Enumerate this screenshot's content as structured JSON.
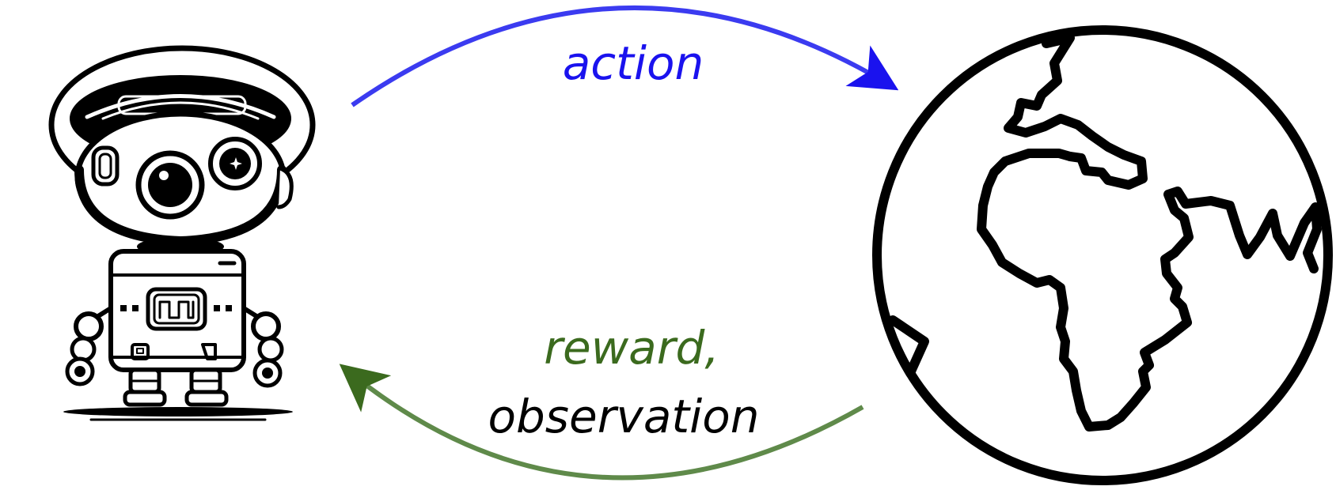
{
  "labels": {
    "action": "action",
    "reward": "reward",
    "comma": ",",
    "observation": "observation"
  },
  "colors": {
    "action": "#1a12ee",
    "action_arrow": "#3b3bf0",
    "reward": "#3b6a1e",
    "reward_arrow": "#5f8a4a",
    "ink": "#000000"
  },
  "icons": {
    "agent": "robot-icon",
    "environment": "globe-icon"
  }
}
